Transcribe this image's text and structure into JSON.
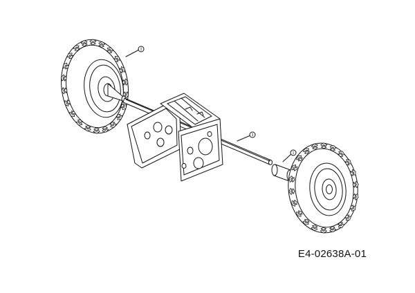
{
  "diagram": {
    "part_code": "E4-02638A-01",
    "callouts": [
      {
        "id": "left-wheel",
        "label": "2"
      },
      {
        "id": "axle",
        "label": "3"
      },
      {
        "id": "spacer",
        "label": "1"
      }
    ]
  }
}
